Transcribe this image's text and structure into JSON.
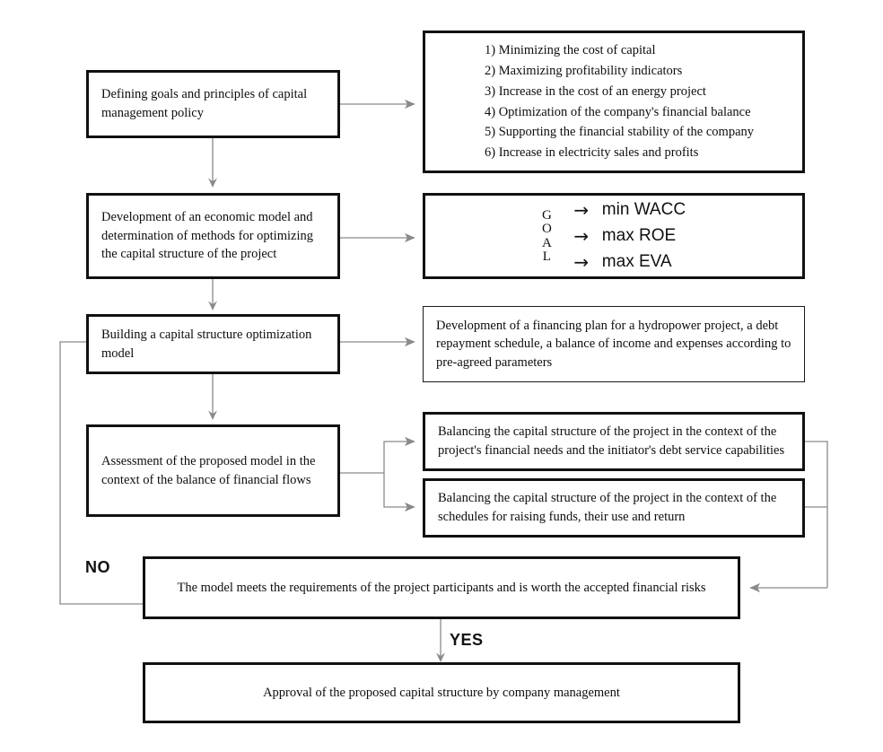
{
  "diagram": {
    "title_present": false,
    "colors": {
      "box_border": "#111111",
      "connector": "#8a8a8a",
      "text": "#0d0d0d"
    },
    "boxes": {
      "defining_goals": {
        "text": "Defining goals and principles of capital management policy"
      },
      "goals_list": {
        "items": [
          "1) Minimizing the cost of capital",
          "2) Maximizing profitability indicators",
          "3) Increase in the cost of an energy project",
          "4) Optimization of the company's financial balance",
          "5) Supporting the financial stability of the company",
          "6) Increase in electricity sales and profits"
        ]
      },
      "economic_model": {
        "text": "Development of an economic model and determination of methods for optimizing the capital structure of the project"
      },
      "goal_panel": {
        "letters": [
          "G",
          "O",
          "A",
          "L"
        ],
        "arrow": "→",
        "rows": [
          "min WACC",
          "max ROE",
          "max EVA"
        ]
      },
      "building_model": {
        "text": "Building a capital structure optimization model"
      },
      "financing_plan": {
        "text": "Development of a financing plan for a hydropower project, a debt repayment schedule, a balance of income and expenses according to pre-agreed parameters"
      },
      "assessment": {
        "text": "Assessment of the proposed model in the context of the balance of financial flows"
      },
      "balancing_needs": {
        "text": "Balancing the capital structure of the project in the context of the project's financial needs and the initiator's debt service capabilities"
      },
      "balancing_schedules": {
        "text": "Balancing the capital structure of the project in the context of the schedules for raising funds, their use and return"
      },
      "decision": {
        "text": "The model meets the requirements of the project participants and is worth the accepted financial risks"
      },
      "approval": {
        "text": "Approval of the proposed capital structure by company management"
      }
    },
    "labels": {
      "no": "NO",
      "yes": "YES"
    }
  }
}
